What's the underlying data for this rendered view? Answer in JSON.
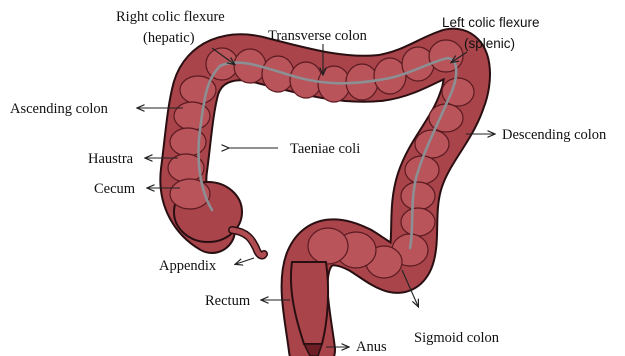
{
  "colors": {
    "colon_fill": "#a8444a",
    "colon_dark": "#6e1f26",
    "colon_light": "#c8666c",
    "taeniae": "#8c8f93",
    "outline": "#2a0f12",
    "text": "#111111"
  },
  "labels": {
    "right_flexure_line1": "Right colic flexure",
    "right_flexure_line2": "(hepatic)",
    "transverse": "Transverse colon",
    "left_flexure_line1": "Left colic flexure",
    "left_flexure_line2": "(splenic)",
    "ascending": "Ascending colon",
    "descending": "Descending colon",
    "haustra": "Haustra",
    "taeniae": "Taeniae coli",
    "cecum": "Cecum",
    "appendix": "Appendix",
    "rectum": "Rectum",
    "sigmoid": "Sigmoid colon",
    "anus": "Anus"
  }
}
